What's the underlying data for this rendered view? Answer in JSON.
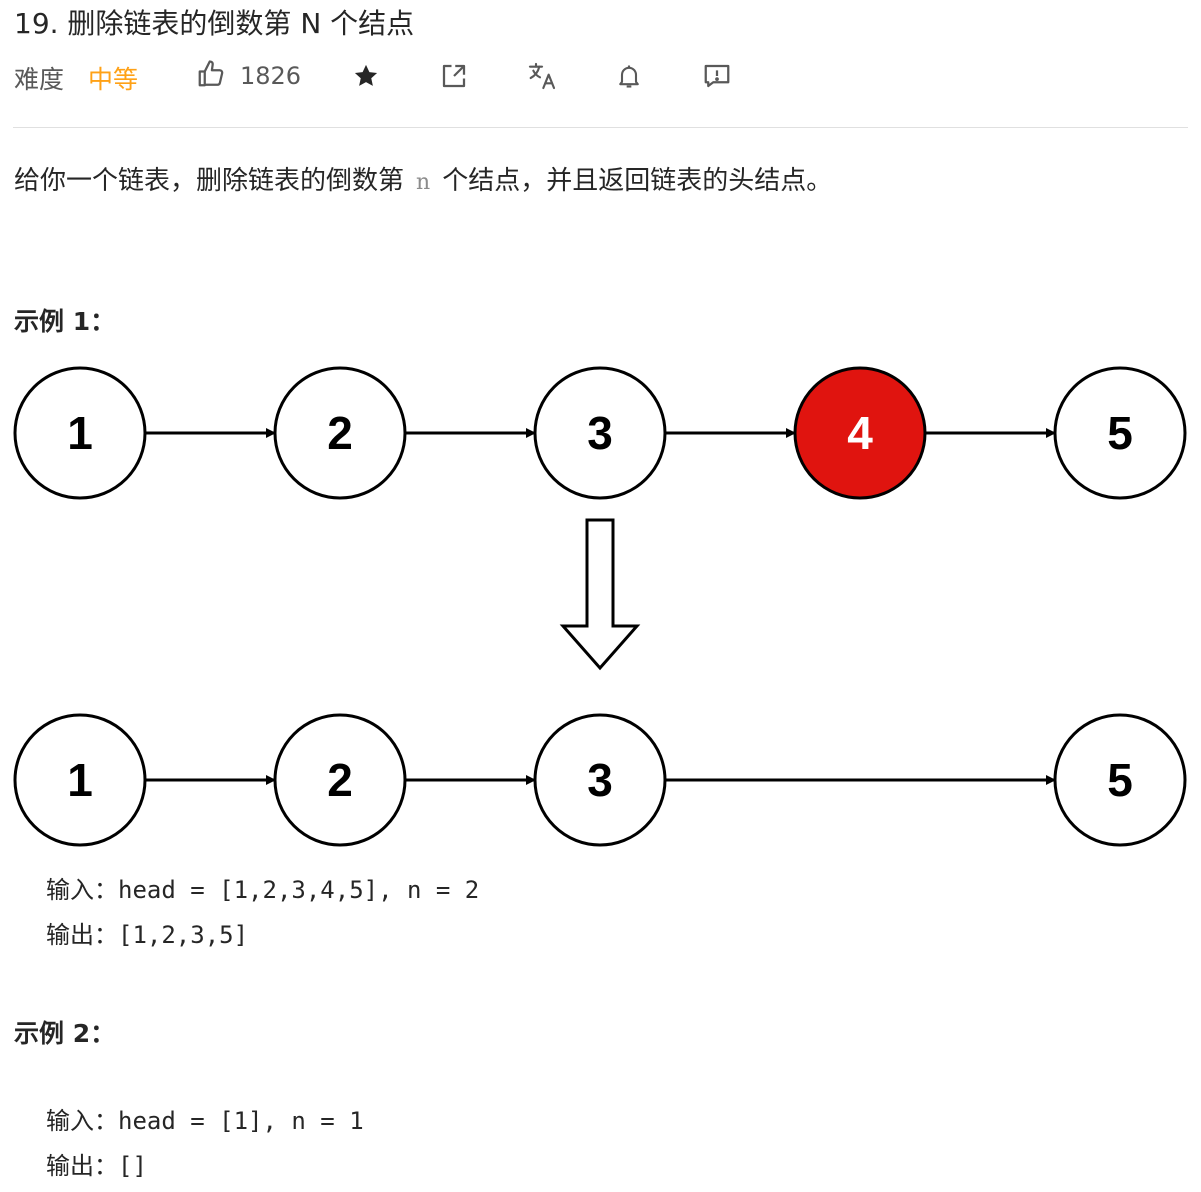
{
  "problem": {
    "title": "19. 删除链表的倒数第 N 个结点",
    "difficulty_label": "难度",
    "difficulty": "中等",
    "likes": "1826",
    "toolbar_icons": [
      "thumbs-up-icon",
      "star-icon",
      "share-icon",
      "translate-icon",
      "bell-icon",
      "feedback-icon"
    ],
    "colors": {
      "difficulty": "#ffa116",
      "removed_node": "#e0140f"
    }
  },
  "description": {
    "before": "给你一个链表，删除链表的倒数第",
    "code": "n",
    "after": "个结点，并且返回链表的头结点。"
  },
  "examples": [
    {
      "title": "示例 1：",
      "diagram": {
        "before_nodes": [
          "1",
          "2",
          "3",
          "4",
          "5"
        ],
        "removed_node": "4",
        "after_nodes": [
          "1",
          "2",
          "3",
          "5"
        ]
      },
      "input_label": "输入：",
      "input": "head = [1,2,3,4,5], n = 2",
      "output_label": "输出：",
      "output": "[1,2,3,5]"
    },
    {
      "title": "示例 2：",
      "input_label": "输入：",
      "input": "head = [1], n = 1",
      "output_label": "输出：",
      "output": "[]"
    }
  ]
}
